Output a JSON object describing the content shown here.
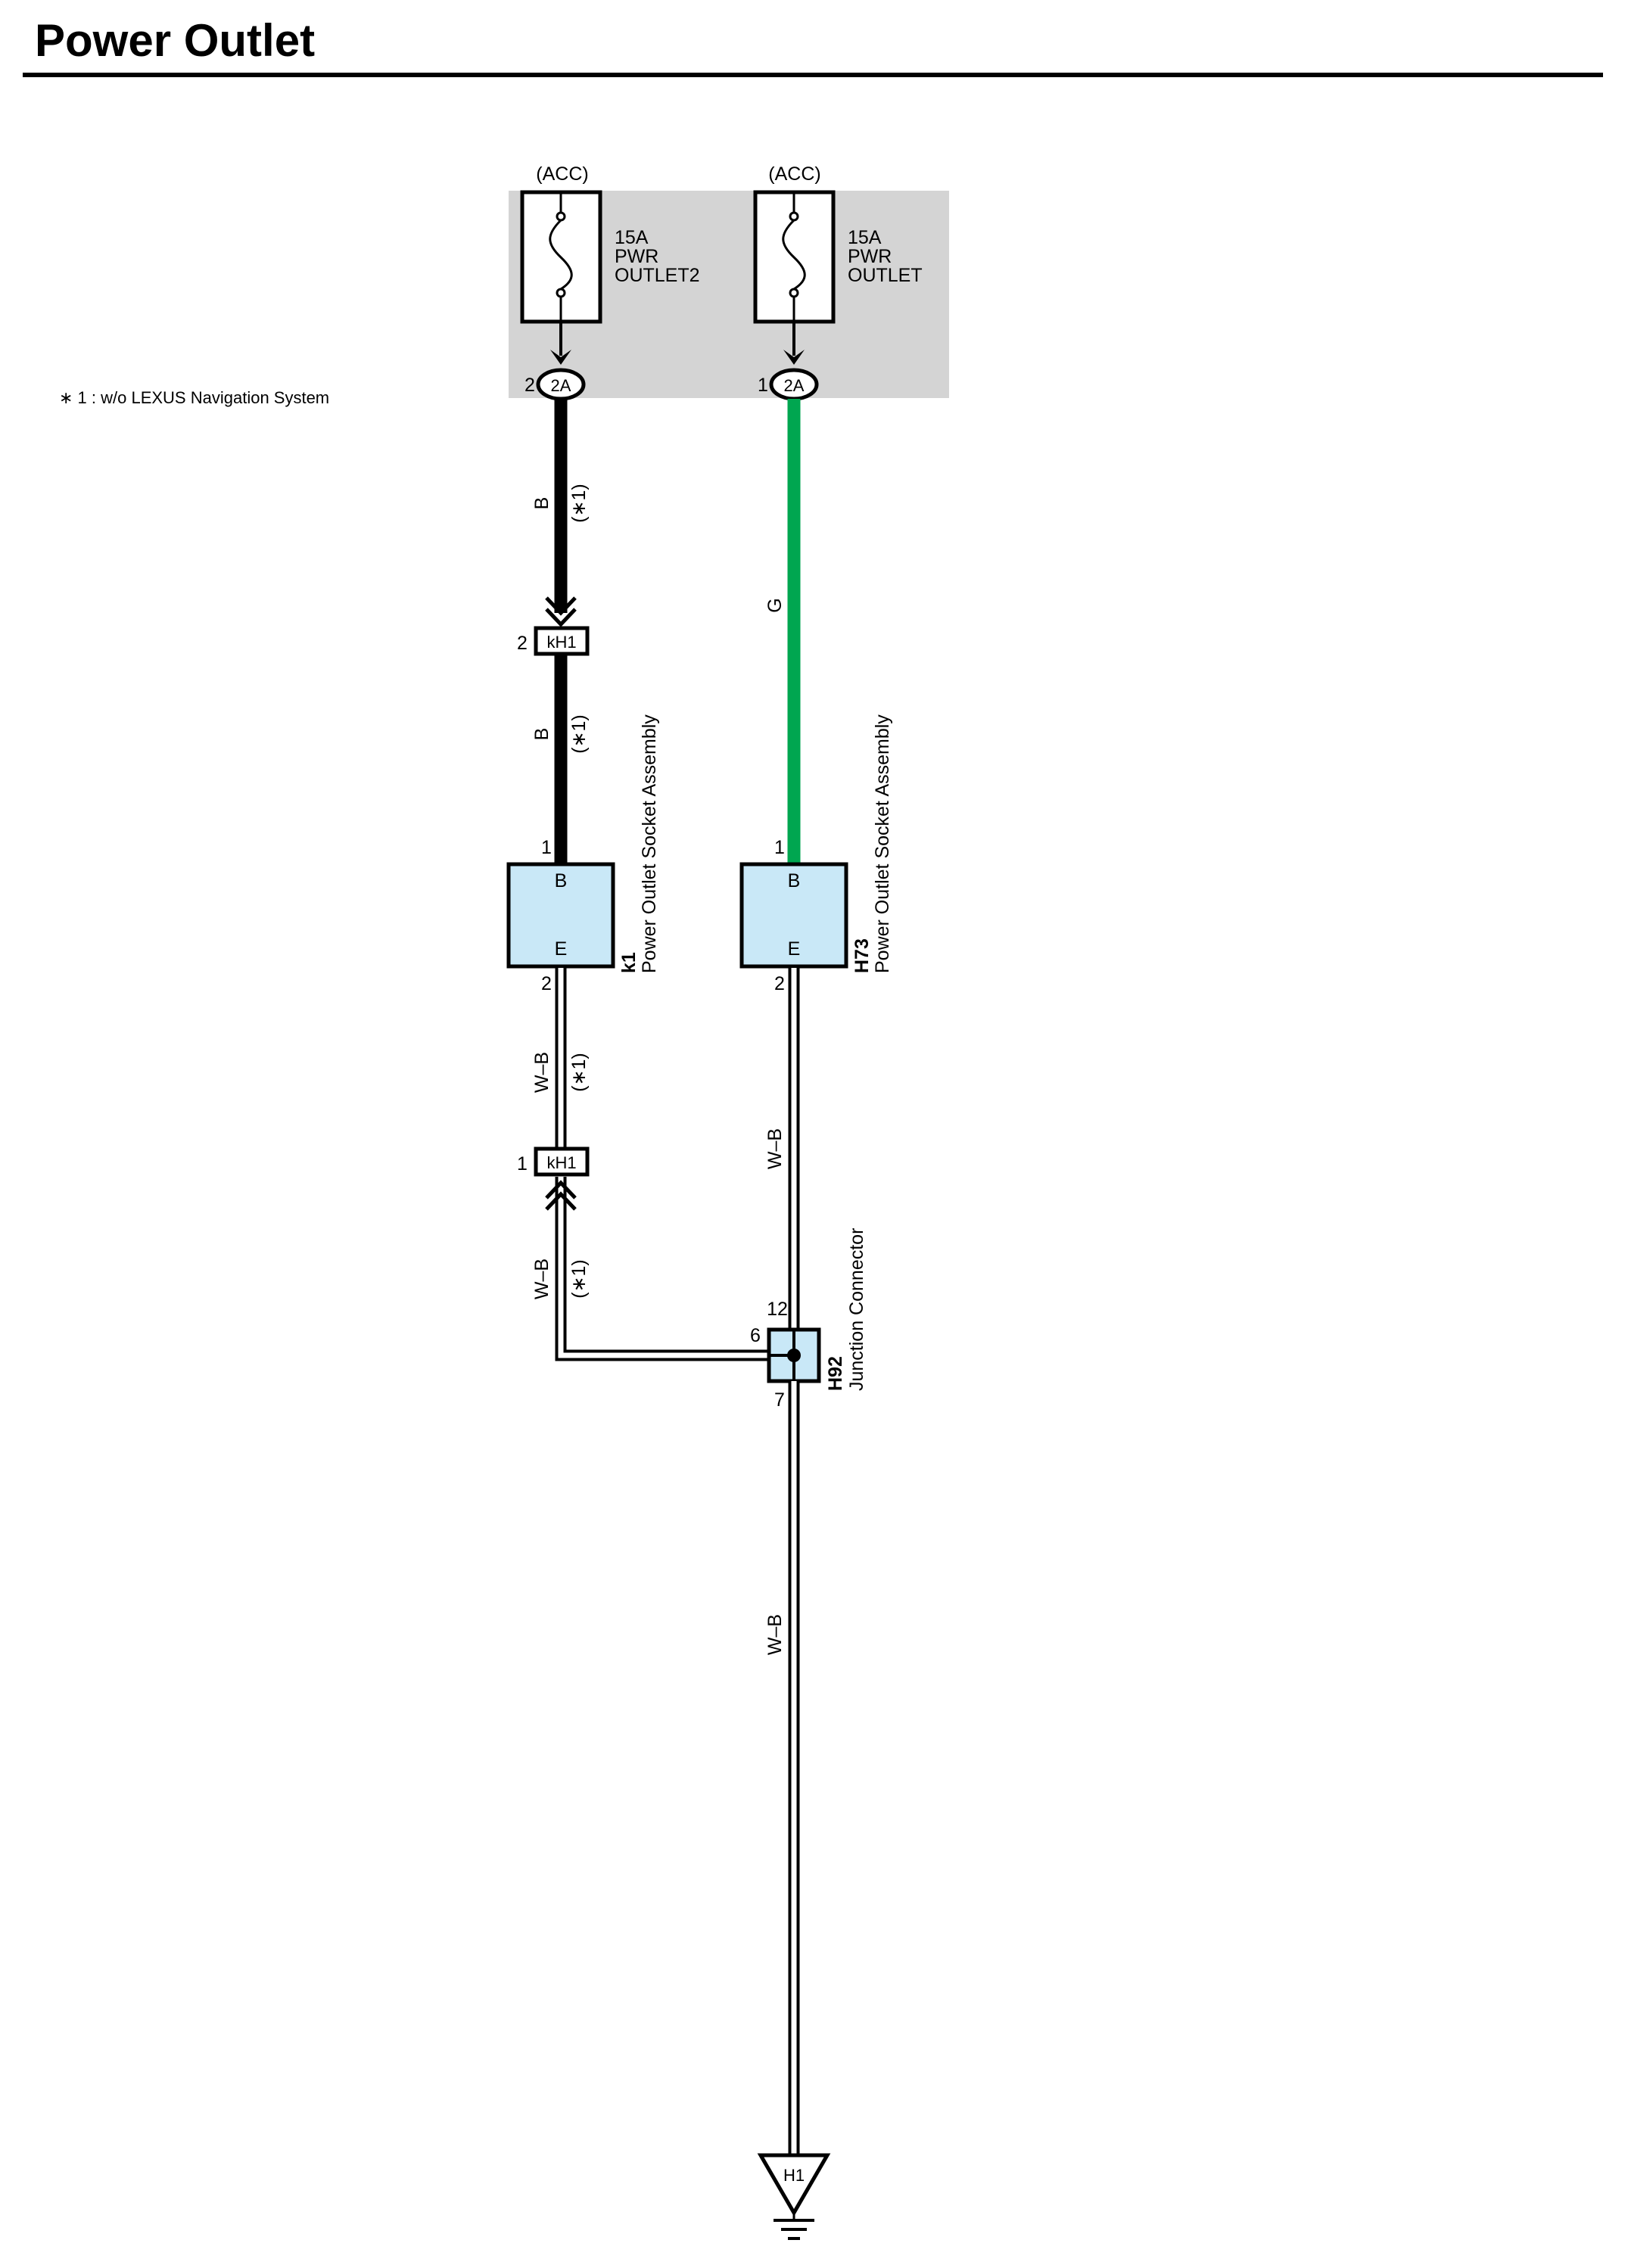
{
  "title": "Power Outlet",
  "footnote": "∗ 1 : w/o LEXUS Navigation System",
  "fuses": [
    {
      "power_source": "(ACC)",
      "rating": "15A",
      "name_line1": "PWR",
      "name_line2": "OUTLET2",
      "connector": "2A",
      "pin": "2"
    },
    {
      "power_source": "(ACC)",
      "rating": "15A",
      "name_line1": "PWR",
      "name_line2": "OUTLET",
      "connector": "2A",
      "pin": "1"
    }
  ],
  "wires": {
    "left_upper_color": "B",
    "left_upper_note": "(∗1)",
    "left_mid_color": "B",
    "left_mid_note": "(∗1)",
    "right_upper_color": "G",
    "left_lower_color": "W–B",
    "left_lower_note": "(∗1)",
    "left_bottom_color": "W–B",
    "left_bottom_note": "(∗1)",
    "right_lower_color": "W–B",
    "ground_run_color": "W–B"
  },
  "inline_connectors": [
    {
      "id": "kH1",
      "pin": "2"
    },
    {
      "id": "kH1",
      "pin": "1"
    }
  ],
  "components": [
    {
      "code": "k1",
      "name": "Power Outlet Socket Assembly",
      "terminal_top": "B",
      "terminal_bottom": "E",
      "pin_top": "1",
      "pin_bottom": "2"
    },
    {
      "code": "H73",
      "name": "Power Outlet Socket Assembly",
      "terminal_top": "B",
      "terminal_bottom": "E",
      "pin_top": "1",
      "pin_bottom": "2"
    }
  ],
  "junction": {
    "code": "H92",
    "name": "Junction Connector",
    "pin_top": "12",
    "pin_left": "6",
    "pin_bottom": "7"
  },
  "ground": {
    "id": "H1"
  },
  "colors": {
    "fuse_box": "#d4d4d4",
    "component_fill": "#c9e8f7",
    "wire_black": "#000000",
    "wire_green": "#00a650"
  }
}
